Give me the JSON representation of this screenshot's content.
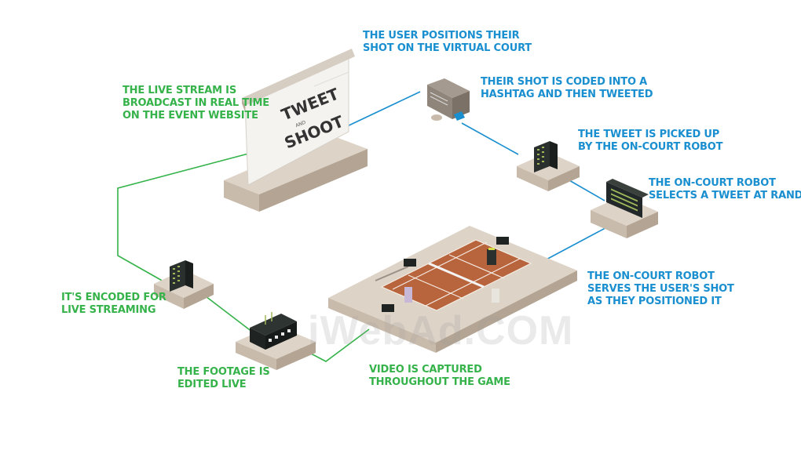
{
  "colors": {
    "blue": "#1a8fd0",
    "green": "#35b34a",
    "platform_top": "#ddd3c7",
    "platform_left": "#c9bbab",
    "platform_right": "#b3a493",
    "court": "#b8643c",
    "court_lines": "#f4ece4",
    "device": "#1f2422",
    "device_led": "#9fb85a"
  },
  "screen": {
    "title_top": "TWEET",
    "title_mid": "AND",
    "title_bottom": "SHOOT"
  },
  "watermark": "iWebAd.COM",
  "steps": [
    {
      "id": "user-positions",
      "color": "blue",
      "lines": [
        "THE USER POSITIONS THEIR",
        "SHOT ON THE VIRTUAL COURT"
      ]
    },
    {
      "id": "coded-hashtag",
      "color": "blue",
      "lines": [
        "THEIR SHOT IS CODED INTO A",
        "HASHTAG AND THEN TWEETED"
      ]
    },
    {
      "id": "tweet-picked-up",
      "color": "blue",
      "lines": [
        "THE TWEET IS PICKED UP",
        "BY THE ON-COURT ROBOT"
      ]
    },
    {
      "id": "selects-tweet",
      "color": "blue",
      "lines": [
        "THE ON-COURT ROBOT",
        "SELECTS A TWEET AT RANDOM"
      ]
    },
    {
      "id": "serves-shot",
      "color": "blue",
      "lines": [
        "THE ON-COURT ROBOT",
        "SERVES THE USER'S SHOT",
        "AS THEY POSITIONED IT"
      ]
    },
    {
      "id": "video-captured",
      "color": "green",
      "lines": [
        "VIDEO IS CAPTURED",
        "THROUGHOUT THE GAME"
      ]
    },
    {
      "id": "footage-edited",
      "color": "green",
      "lines": [
        "THE FOOTAGE IS",
        "EDITED LIVE"
      ]
    },
    {
      "id": "encoded-streaming",
      "color": "green",
      "lines": [
        "IT'S ENCODED FOR",
        "LIVE STREAMING"
      ]
    },
    {
      "id": "live-stream",
      "color": "green",
      "lines": [
        "THE LIVE STREAM IS",
        "BROADCAST IN REAL TIME",
        "ON THE EVENT WEBSITE"
      ]
    }
  ]
}
